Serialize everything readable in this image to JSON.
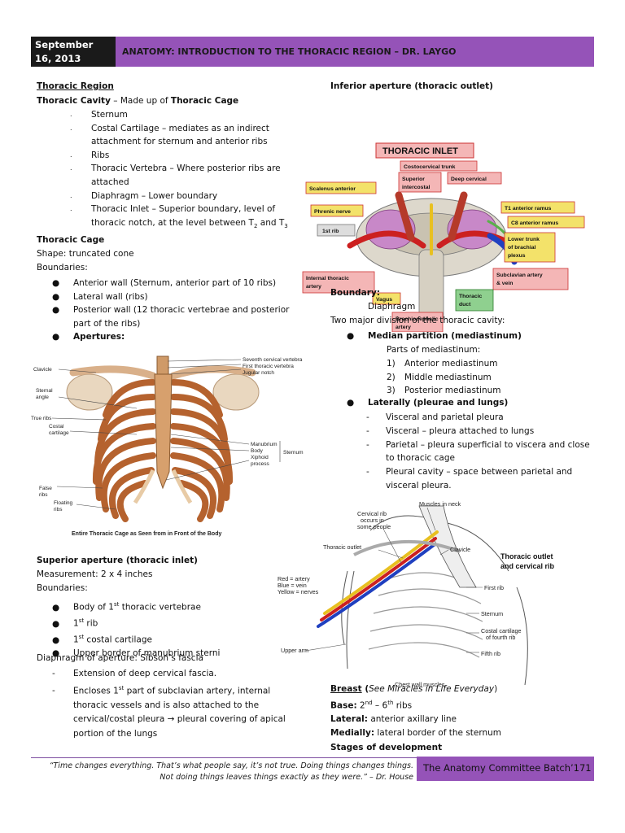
{
  "header": {
    "date": "September 16, 2013",
    "title": "ANATOMY: INTRODUCTION TO THE THORACIC REGION – DR. LAYGO"
  },
  "left": {
    "heading": "Thoracic Region",
    "cavity_label": "Thoracic Cavity",
    "cavity_mid": " – Made up of ",
    "cavity_bold": "Thoracic Cage",
    "cavity_items": [
      [
        "Sternum"
      ],
      [
        "Costal Cartilage – mediates as an indirect",
        "attachment for sternum and anterior ribs"
      ],
      [
        "Ribs"
      ],
      [
        "Thoracic Vertebra – Where posterior ribs are",
        "attached"
      ],
      [
        "Diaphragm – Lower boundary"
      ],
      [
        "Thoracic Inlet – Superior boundary, level of",
        "thoracic notch, at the level between T",
        "2",
        " and T",
        "3"
      ]
    ],
    "cage_heading": "Thoracic Cage",
    "cage_shape": "Shape: truncated cone",
    "cage_boundaries": "Boundaries:",
    "cage_items": [
      [
        "Anterior wall (Sternum, anterior part of 10 ribs)"
      ],
      [
        "Lateral wall (ribs)"
      ],
      [
        "Posterior wall (12 thoracic vertebrae and posterior",
        "part of the ribs)"
      ],
      [
        "Apertures:"
      ]
    ],
    "fig_cage": {
      "caption": "Entire Thoracic Cage as Seen from in Front of the Body",
      "labels": {
        "clavicle": "Clavicle",
        "sternal_angle": "Sternal\nangle",
        "true_ribs": "True ribs",
        "costal_cartilage": "Costal\ncartilage",
        "false_ribs": "False\nribs",
        "floating_ribs": "Floating\nribs",
        "seventh_cv": "Seventh cervical vertebra",
        "first_tv": "First thoracic vertebra",
        "jugular": "Jugular notch",
        "manubrium": "Manubrium",
        "body": "Body",
        "xiphoid": "Xiphoid\nprocess",
        "sternum": "Sternum"
      }
    },
    "sup_heading": "Superior aperture (thoracic inlet)",
    "sup_measure": "Measurement: 2 x 4 inches",
    "sup_boundaries": "Boundaries:",
    "sup_items": [
      [
        "Body of 1",
        "st",
        " thoracic vertebrae"
      ],
      [
        "1",
        "st",
        " rib"
      ],
      [
        "1",
        "st",
        " costal cartilage"
      ],
      [
        "Upper border of manubrium sterni"
      ]
    ],
    "diaphragm_line": "Diaphragm of aperture: Sibson’s fascia",
    "dash_items": [
      [
        "Extension of deep cervical fascia."
      ],
      [
        "Encloses 1",
        "st",
        " part of subclavian artery, internal",
        "thoracic vessels and is also attached to the",
        "cervical/costal pleura ",
        "→",
        " pleural covering of apical",
        "portion of the lungs"
      ]
    ]
  },
  "right": {
    "inferior_heading": "Inferior aperture (thoracic outlet)",
    "fig_inlet": {
      "title": "THORACIC INLET",
      "labels": {
        "costocervical": "Costocervical trunk",
        "superior_intercostal": "Superior\nintercostal",
        "deep_cervical": "Deep cervical",
        "scalenus": "Scalenus anterior",
        "phrenic": "Phrenic nerve",
        "first_rib": "1st rib",
        "t1_anterior": "T1 anterior ramus",
        "c8_anterior": "C8 anterior ramus",
        "lower_trunk": "Lower trunk\nof brachial\nplexus",
        "internal_thoracic": "Internal thoracic\nartery",
        "subclavian": "Subclavian artery\n& vein",
        "vagus": "Vagus",
        "brachiocephalic": "Brachiocephalic\nartery",
        "thoracic_duct": "Thoracic\nduct"
      }
    },
    "boundary_label": "Boundary:",
    "boundary_value": "Diaphragm",
    "two_major": "Two major division of the thoracic cavity:",
    "median_label": "Median partition (mediastinum)",
    "parts_label": "Parts of mediastinum:",
    "parts": [
      "Anterior mediastinum",
      "Middle mediastinum",
      "Posterior mediastinum"
    ],
    "laterally_label": "Laterally (pleurae and lungs)",
    "lat_items": [
      [
        "Visceral and parietal pleura"
      ],
      [
        "Visceral – pleura attached to lungs"
      ],
      [
        "Parietal – pleura superficial to viscera and close",
        "to thoracic cage"
      ],
      [
        "Pleural cavity – space between parietal and",
        "visceral pleura."
      ]
    ],
    "fig_outlet": {
      "title": "Thoracic outlet\nand cervical rib",
      "labels": {
        "cervical_rib": "Cervical rib\noccurs in\nsome people",
        "muscles_neck": "Muscles in neck",
        "thoracic_outlet": "Thoracic outlet",
        "clavicle": "Clavicle",
        "legend": "Red = artery\nBlue = vein\nYellow = nerves",
        "first_rib": "First rib",
        "sternum": "Sternum",
        "costal_cartilage": "Costal cartilage\nof fourth rib",
        "fifth_rib": "Fifth rib",
        "upper_arm": "Upper arm",
        "chest_wall": "Chest wall muscles"
      }
    },
    "breast_label": "Breast",
    "breast_note": "See Miracles in Life Everyday",
    "base_label": "Base:",
    "base_value_a": "2",
    "base_sup_a": "nd",
    "base_value_b": " – 6",
    "base_sup_b": "th",
    "base_value_c": " ribs",
    "lateral_label": "Lateral:",
    "lateral_value": " anterior axillary line",
    "medially_label": "Medially:",
    "medially_value": " lateral border of the sternum",
    "stages_label": "Stages of development"
  },
  "footer": {
    "quote": "“Time changes everything. That’s what people say, it’s not true. Doing things changes things. Not doing things leaves things exactly as they were.” – Dr. House",
    "batch": "The Anatomy Committee Batch’171"
  },
  "colors": {
    "accent": "#9553b8",
    "dark": "#1a1a1a"
  }
}
